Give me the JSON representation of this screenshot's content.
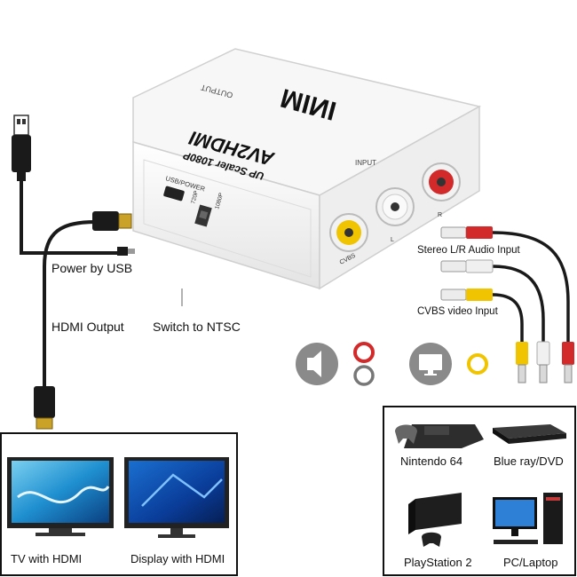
{
  "device": {
    "brand": "MINI",
    "model": "AV2HDMI",
    "subtitle": "UP Scaler 1080P",
    "output_label": "OUTPUT",
    "input_label": "INPUT",
    "usb_port_label": "USB/POWER",
    "res_720": "720P",
    "res_1080": "1080P",
    "port_cvbs": "CVBS",
    "port_l": "L",
    "port_r": "R"
  },
  "callouts": {
    "power": "Power by USB",
    "hdmi_output": "HDMI Output",
    "switch": "Switch to NTSC",
    "stereo": "Stereo L/R Audio Input",
    "cvbs": "CVBS video Input"
  },
  "outputs": [
    {
      "label": "TV with HDMI"
    },
    {
      "label": "Display with HDMI"
    }
  ],
  "inputs": [
    {
      "label": "Nintendo 64"
    },
    {
      "label": "Blue ray/DVD"
    },
    {
      "label": "PlayStation 2"
    },
    {
      "label": "PC/Laptop"
    }
  ],
  "colors": {
    "rca_red": "#d22a2a",
    "rca_white": "#e8e8e8",
    "rca_yellow": "#f0c400",
    "cable": "#1a1a1a",
    "device_body": "#f4f4f4",
    "icon_gray": "#8a8a8a"
  }
}
